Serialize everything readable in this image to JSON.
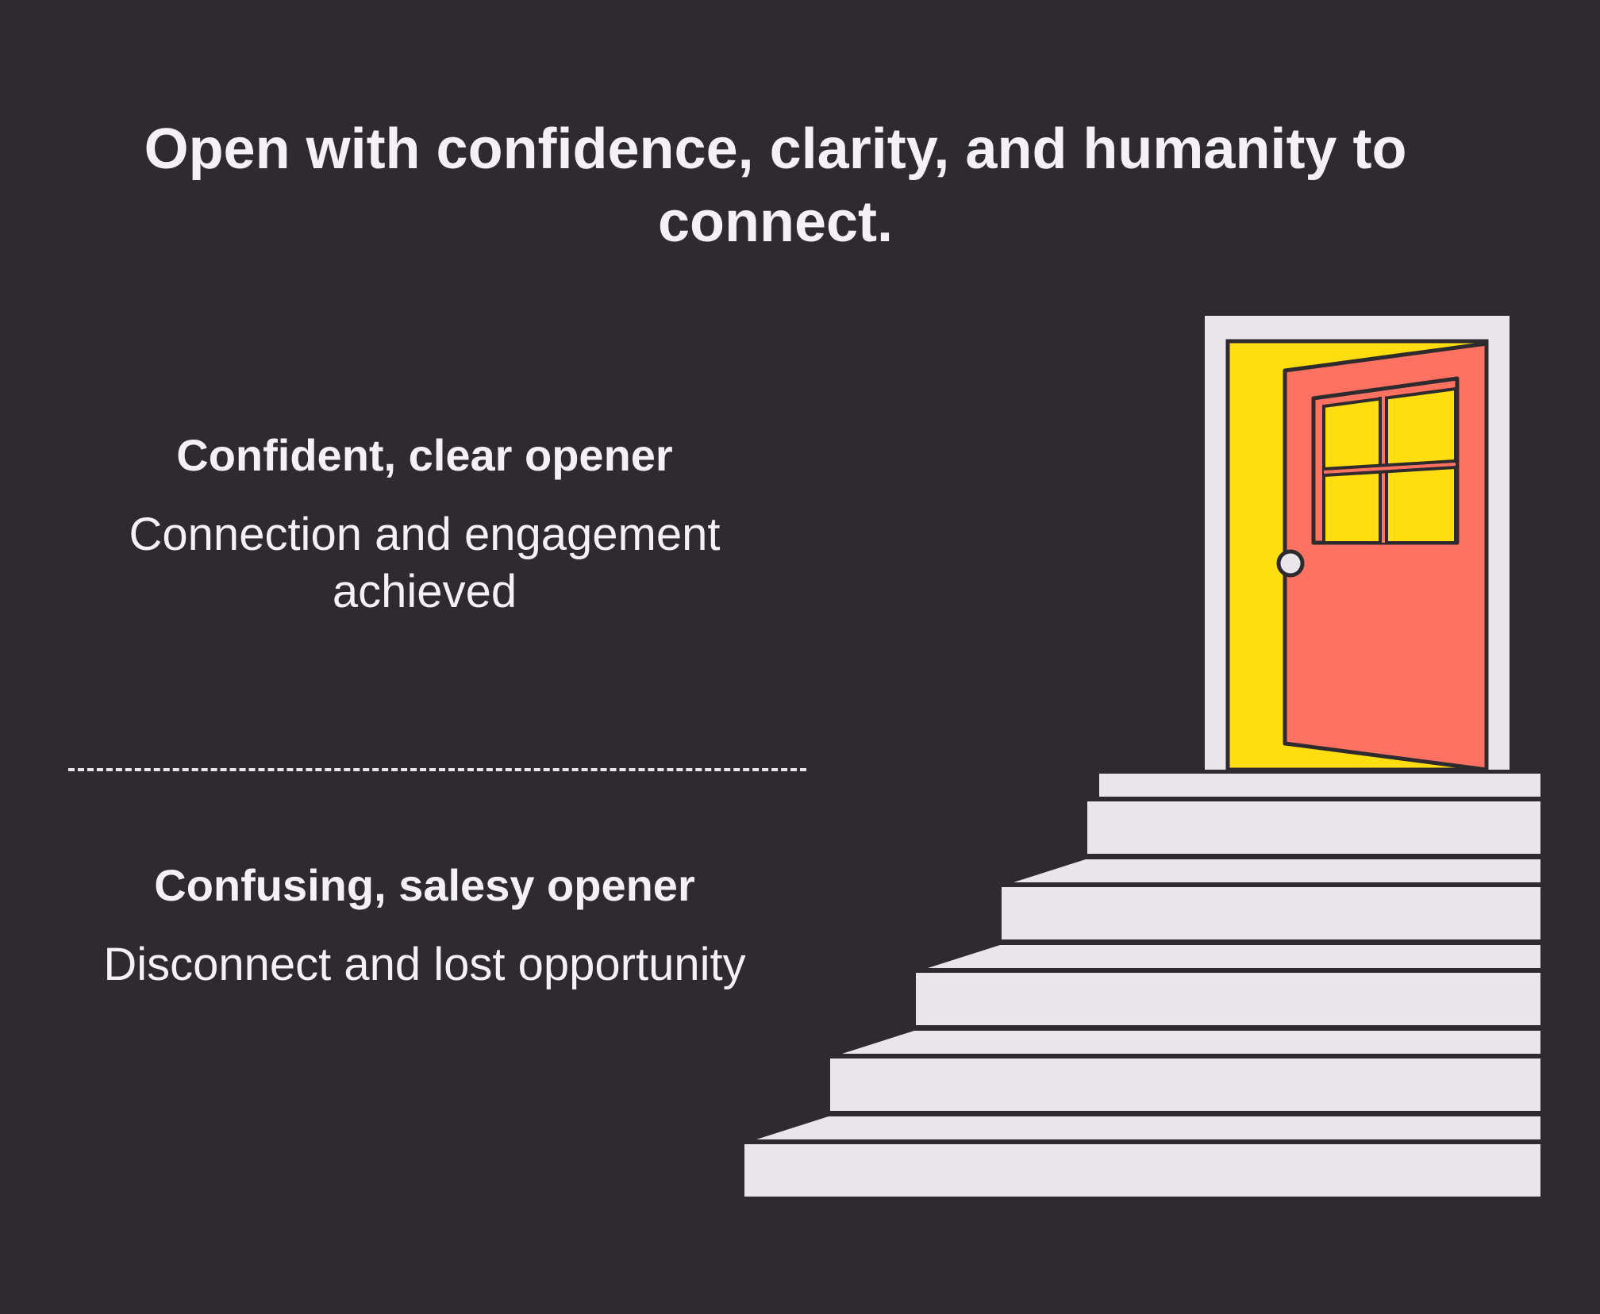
{
  "title": "Open with confidence, clarity, and humanity to connect.",
  "top_section": {
    "heading": "Confident, clear opener",
    "description": "Connection and engagement achieved"
  },
  "bottom_section": {
    "heading": "Confusing, salesy opener",
    "description": "Disconnect and lost opportunity"
  },
  "colors": {
    "background": "#2d2b2e",
    "text": "#f3f1f3",
    "step": "#e8e6e8",
    "door": "#ff7160",
    "doorway_light": "#ffdd0f",
    "outline": "#2d2b2e"
  },
  "illustration": {
    "icons": [
      "staircase",
      "open-door",
      "door-window",
      "door-knob"
    ],
    "step_count": 5
  }
}
